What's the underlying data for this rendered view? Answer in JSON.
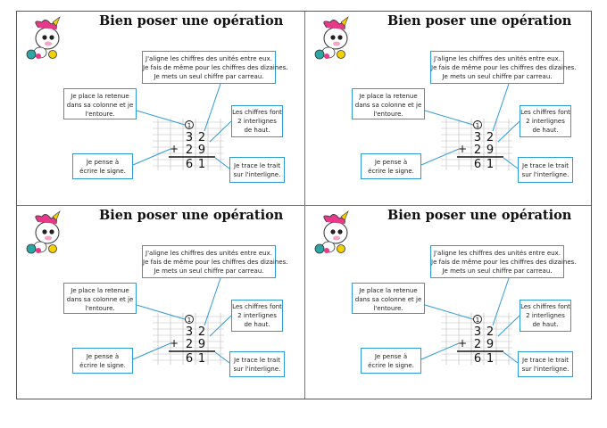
{
  "title": "Bien poser une opération",
  "notes": {
    "units_line1": "J'aligne les chiffres des unités entre eux.",
    "units_line2": "Je fais de même pour les chiffres des dizaines.",
    "units_line3": "Je mets un seul chiffre par carreau.",
    "carry_line1": "Je place la retenue",
    "carry_line2": "dans sa colonne et je",
    "carry_line3": "l'entoure.",
    "height_line1": "Les chiffres font",
    "height_line2": "2 interlignes",
    "height_line3": "de haut.",
    "sign_line1": "Je pense à",
    "sign_line2": "écrire le signe.",
    "line_line1": "Je trace le trait",
    "line_line2": "sur l'interligne."
  },
  "operation": {
    "carry": "1",
    "top_tens": "3",
    "top_units": "2",
    "sign": "+",
    "bottom_tens": "2",
    "bottom_units": "9",
    "result_tens": "6",
    "result_units": "1"
  },
  "colors": {
    "accent": "#2f9bd3",
    "mascot_pink": "#e8388a",
    "mascot_teal": "#2aa6a6"
  },
  "mascot_icon": "unicorn-mascot-icon"
}
